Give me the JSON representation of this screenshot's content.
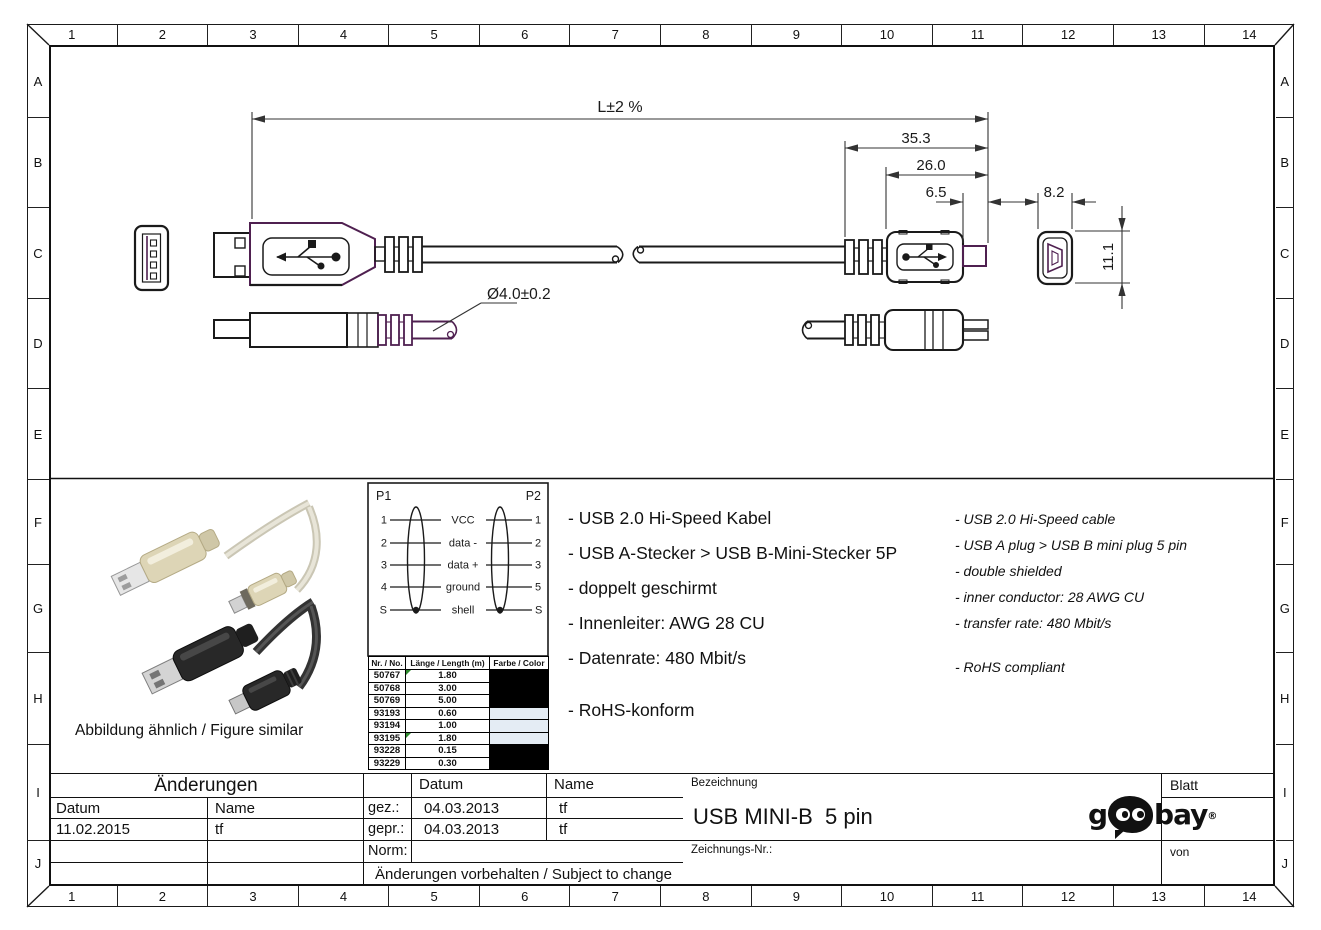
{
  "frame": {
    "columns": [
      "1",
      "2",
      "3",
      "4",
      "5",
      "6",
      "7",
      "8",
      "9",
      "10",
      "11",
      "12",
      "13",
      "14"
    ],
    "rows": [
      "A",
      "B",
      "C",
      "D",
      "E",
      "F",
      "G",
      "H",
      "I",
      "J"
    ]
  },
  "drawing": {
    "dim_length": "L±2 %",
    "dim_353": "35.3",
    "dim_260": "26.0",
    "dim_65": "6.5",
    "dim_82": "8.2",
    "dim_111": "11.1",
    "dim_cable": "Ø4.0±0.2"
  },
  "pinout": {
    "p1": "P1",
    "p2": "P2",
    "rows": [
      {
        "left": "1",
        "label": "VCC",
        "right": "1"
      },
      {
        "left": "2",
        "label": "data -",
        "right": "2"
      },
      {
        "left": "3",
        "label": "data +",
        "right": "3"
      },
      {
        "left": "4",
        "label": "ground",
        "right": "5"
      },
      {
        "left": "S",
        "label": "shell",
        "right": "S"
      }
    ]
  },
  "parts_table": {
    "headers": [
      "Nr. / No.",
      "Länge / Length (m)",
      "Farbe / Color"
    ],
    "rows": [
      {
        "no": "50767",
        "length": "1.80",
        "color": "#000000",
        "mark": true
      },
      {
        "no": "50768",
        "length": "3.00",
        "color": "#000000",
        "mark": false
      },
      {
        "no": "50769",
        "length": "5.00",
        "color": "#000000",
        "mark": false
      },
      {
        "no": "93193",
        "length": "0.60",
        "color": "#e4ecf4",
        "mark": false
      },
      {
        "no": "93194",
        "length": "1.00",
        "color": "#e4ecf4",
        "mark": false
      },
      {
        "no": "93195",
        "length": "1.80",
        "color": "#e4ecf4",
        "mark": true
      },
      {
        "no": "93228",
        "length": "0.15",
        "color": "#000000",
        "mark": false
      },
      {
        "no": "93229",
        "length": "0.30",
        "color": "#000000",
        "mark": false
      }
    ]
  },
  "description_de": [
    "- USB 2.0 Hi-Speed Kabel",
    "- USB A-Stecker > USB B-Mini-Stecker 5P",
    "- doppelt geschirmt",
    "- Innenleiter: AWG 28 CU",
    "- Datenrate: 480 Mbit/s",
    "- RoHS-konform"
  ],
  "description_en": [
    "- USB 2.0 Hi-Speed cable",
    "- USB A plug > USB B mini plug 5 pin",
    "- double shielded",
    "- inner conductor: 28 AWG CU",
    "- transfer rate: 480 Mbit/s",
    "- RoHS compliant"
  ],
  "photo_caption": "Abbildung ähnlich / Figure similar",
  "title_block": {
    "aenderungen": "Änderungen",
    "datum_label": "Datum",
    "name_label": "Name",
    "change_date": "11.02.2015",
    "change_name": "tf",
    "gez_label": "gez.:",
    "gez_date": "04.03.2013",
    "gez_name": "tf",
    "gepr_label": "gepr.:",
    "gepr_date": "04.03.2013",
    "gepr_name": "tf",
    "norm_label": "Norm:",
    "note": "Änderungen vorbehalten / Subject to change",
    "bezeichnung_label": "Bezeichnung",
    "title": "USB MINI-B  5 pin",
    "zeichnung_label": "Zeichnungs-Nr.:",
    "blatt_label": "Blatt",
    "von_label": "von",
    "brand_g": "g",
    "brand_bay": "bay",
    "brand_reg": "®"
  },
  "colors": {
    "accent_purple": "#4f2050",
    "table_light": "#e4ecf4",
    "mark_green": "#2e8b2e"
  }
}
